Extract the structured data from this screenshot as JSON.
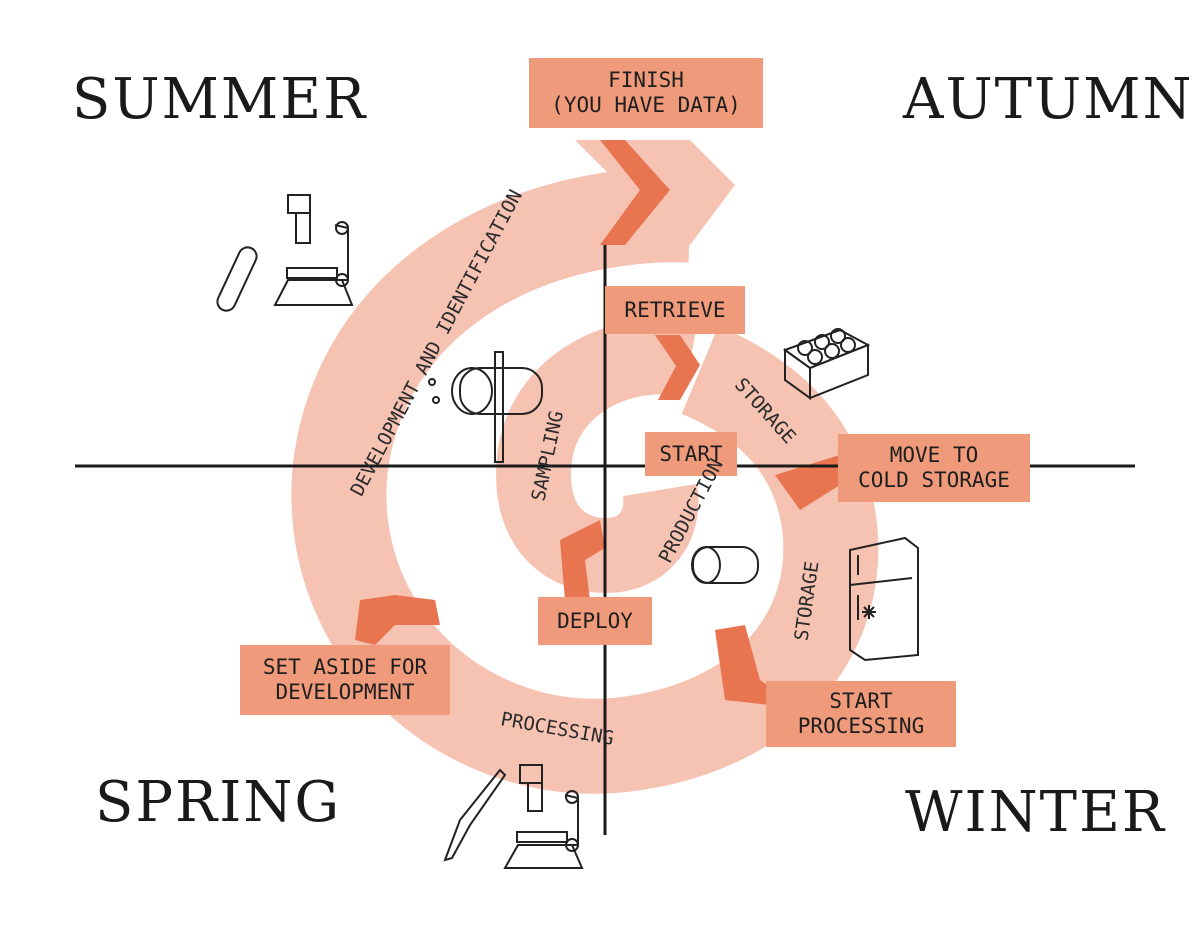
{
  "seasons": {
    "summer": "SUMMER",
    "autumn": "AUTUMN",
    "spring": "SPRING",
    "winter": "WINTER"
  },
  "boxes": {
    "finish": "FINISH\n(YOU HAVE DATA)",
    "retrieve": "RETRIEVE",
    "start": "START",
    "move_to_cold": "MOVE TO\nCOLD STORAGE",
    "deploy": "DEPLOY",
    "set_aside": "SET ASIDE FOR\nDEVELOPMENT",
    "start_processing": "START\nPROCESSING"
  },
  "band_labels": {
    "development": "DEVELOPMENT AND IDENTIFICATION",
    "sampling": "SAMPLING",
    "storage_top": "STORAGE",
    "production": "PRODUCTION",
    "storage_right": "STORAGE",
    "processing": "PROCESSING"
  },
  "colors": {
    "band": "#f6c3b3",
    "band_dark": "#e8754f",
    "box": "#ef9a7b",
    "axis": "#1a1a1a"
  },
  "icons": {
    "microscope_test_tube": "microscope-test-tube-icon",
    "tree_core": "tree-core-sample-icon",
    "crate_cores": "crate-of-cores-icon",
    "core_sample": "core-sample-icon",
    "freezer": "freezer-icon",
    "microscope_scalpel": "microscope-scalpel-icon"
  }
}
